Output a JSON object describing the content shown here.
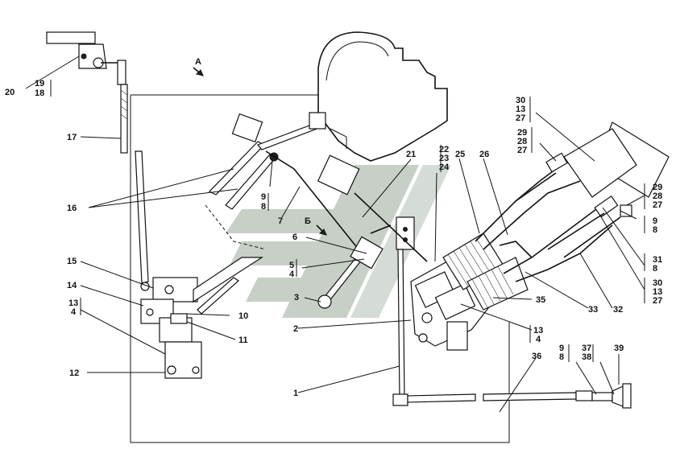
{
  "diagram": {
    "labels": [
      {
        "id": "l20",
        "text": "20"
      },
      {
        "id": "l19",
        "text": "19"
      },
      {
        "id": "l18",
        "text": "18"
      },
      {
        "id": "lA",
        "text": "А"
      },
      {
        "id": "l17",
        "text": "17"
      },
      {
        "id": "l16",
        "text": "16"
      },
      {
        "id": "l15",
        "text": "15"
      },
      {
        "id": "l14",
        "text": "14"
      },
      {
        "id": "l13a",
        "text": "13"
      },
      {
        "id": "l4a",
        "text": "4"
      },
      {
        "id": "l12",
        "text": "12"
      },
      {
        "id": "l10",
        "text": "10"
      },
      {
        "id": "l11",
        "text": "11"
      },
      {
        "id": "l9a",
        "text": "9"
      },
      {
        "id": "l8a",
        "text": "8"
      },
      {
        "id": "l7",
        "text": "7"
      },
      {
        "id": "lB",
        "text": "Б"
      },
      {
        "id": "l6",
        "text": "6"
      },
      {
        "id": "l5",
        "text": "5"
      },
      {
        "id": "l4b",
        "text": "4"
      },
      {
        "id": "l3",
        "text": "3"
      },
      {
        "id": "l2",
        "text": "2"
      },
      {
        "id": "l1",
        "text": "1"
      },
      {
        "id": "l21",
        "text": "21"
      },
      {
        "id": "l22",
        "text": "22"
      },
      {
        "id": "l23",
        "text": "23"
      },
      {
        "id": "l24",
        "text": "24"
      },
      {
        "id": "l25",
        "text": "25"
      },
      {
        "id": "l26",
        "text": "26"
      },
      {
        "id": "l30a",
        "text": "30"
      },
      {
        "id": "l13b",
        "text": "13"
      },
      {
        "id": "l27a",
        "text": "27"
      },
      {
        "id": "l29a",
        "text": "29"
      },
      {
        "id": "l28a",
        "text": "28"
      },
      {
        "id": "l27b",
        "text": "27"
      },
      {
        "id": "l29b",
        "text": "29"
      },
      {
        "id": "l28b",
        "text": "28"
      },
      {
        "id": "l27c",
        "text": "27"
      },
      {
        "id": "l9b",
        "text": "9"
      },
      {
        "id": "l8b",
        "text": "8"
      },
      {
        "id": "l31",
        "text": "31"
      },
      {
        "id": "l8c",
        "text": "8"
      },
      {
        "id": "l30b",
        "text": "30"
      },
      {
        "id": "l13c",
        "text": "13"
      },
      {
        "id": "l27d",
        "text": "27"
      },
      {
        "id": "l33",
        "text": "33"
      },
      {
        "id": "l32",
        "text": "32"
      },
      {
        "id": "l35",
        "text": "35"
      },
      {
        "id": "l13d",
        "text": "13"
      },
      {
        "id": "l4c",
        "text": "4"
      },
      {
        "id": "l36",
        "text": "36"
      },
      {
        "id": "l9c",
        "text": "9"
      },
      {
        "id": "l8d",
        "text": "8"
      },
      {
        "id": "l37",
        "text": "37"
      },
      {
        "id": "l38",
        "text": "38"
      },
      {
        "id": "l39",
        "text": "39"
      }
    ],
    "colors": {
      "ink": "#111111",
      "watermark": "#9aa89a",
      "background": "#ffffff"
    }
  }
}
